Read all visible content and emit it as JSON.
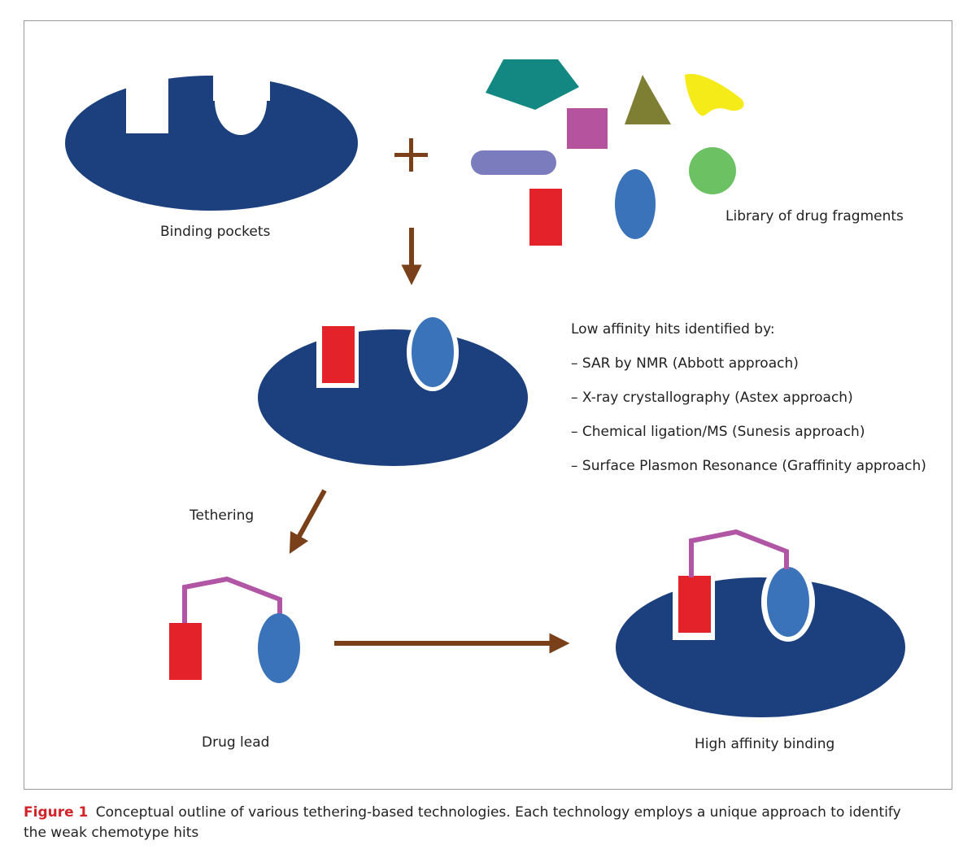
{
  "labels": {
    "binding_pockets": "Binding pockets",
    "library": "Library of drug fragments",
    "tethering": "Tethering",
    "drug_lead": "Drug lead",
    "high_affinity": "High affinity binding"
  },
  "hits": {
    "heading": "Low affinity hits identified by:",
    "items": [
      "– SAR by NMR (Abbott approach)",
      "– X-ray crystallography (Astex approach)",
      "– Chemical ligation/MS (Sunesis approach)",
      "– Surface Plasmon Resonance (Graffinity approach)"
    ]
  },
  "caption": {
    "figure_label": "Figure 1",
    "text": "Conceptual outline of various tethering-based technologies. Each technology employs a unique approach to identify the weak chemotype hits"
  },
  "colors": {
    "protein": "#1c3f7e",
    "fragment_red": "#e42229",
    "fragment_blue": "#3a73b9",
    "linker": "#b156a4",
    "arrow": "#7a4019",
    "teal": "#138781",
    "magenta": "#b5539f",
    "olive": "#7e7f33",
    "yellow": "#f4eb18",
    "lavender": "#7b7cbd",
    "green": "#6cc163",
    "caption_accent": "#d2232a"
  }
}
